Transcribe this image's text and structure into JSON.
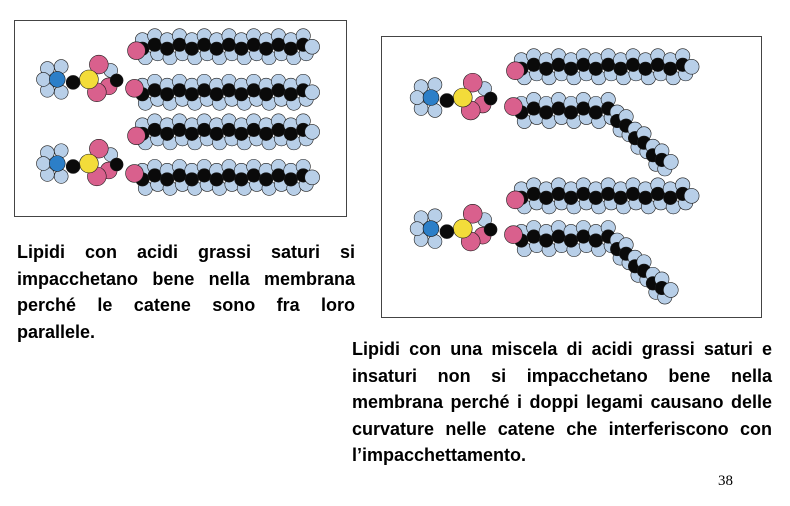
{
  "panels": {
    "left": {
      "molecules": [
        {
          "tails": [
            "saturated",
            "saturated"
          ]
        },
        {
          "tails": [
            "saturated",
            "saturated"
          ]
        }
      ]
    },
    "right": {
      "molecules": [
        {
          "tails": [
            "saturated",
            "unsaturated"
          ]
        },
        {
          "tails": [
            "saturated",
            "unsaturated"
          ]
        }
      ]
    }
  },
  "captions": {
    "saturated": "Lipidi con acidi grassi saturi si impacchetano bene nella membrana perché le catene sono fra loro parallele.",
    "mixed": "Lipidi con una miscela di acidi grassi saturi e insaturi non si impacchetano bene nella membrana perché i doppi legami causano delle curvature nelle catene che interferiscono con l’impacchettamento."
  },
  "slide_number": "38",
  "colors": {
    "hydrogen": "#b8cfe8",
    "carbon": "#0a0a0a",
    "oxygen": "#d9608d",
    "phosphorus": "#f3dc3a",
    "nitrogen": "#2c7fc8",
    "frame": "#444444"
  }
}
